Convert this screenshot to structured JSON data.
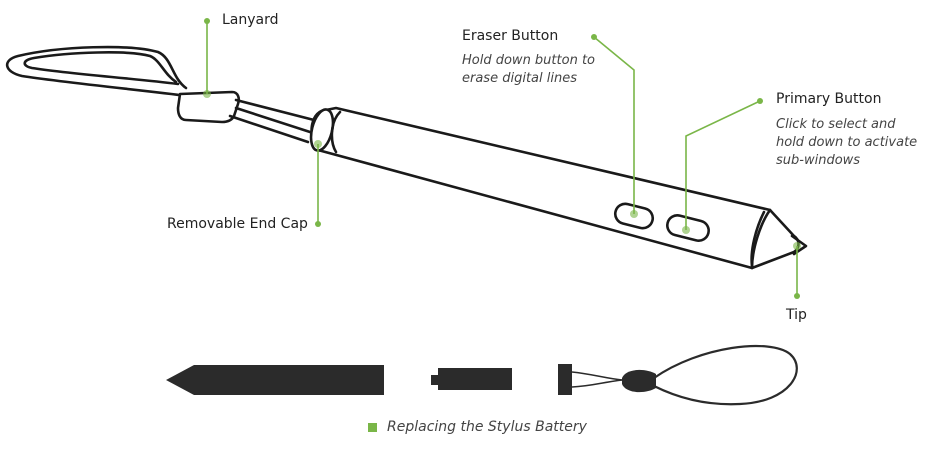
{
  "colors": {
    "accent": "#7ab648",
    "outline": "#1a1a1a",
    "fill": "#ffffff",
    "dark": "#2b2b2b"
  },
  "callouts": {
    "lanyard": {
      "title": "Lanyard"
    },
    "eraser": {
      "title": "Eraser Button",
      "description": [
        "Hold down button to",
        "erase digital lines"
      ]
    },
    "primary": {
      "title": "Primary Button",
      "description": [
        "Click to select and",
        "hold down to activate",
        "sub-windows"
      ]
    },
    "end_cap": {
      "title": "Removable End Cap"
    },
    "tip": {
      "title": "Tip"
    }
  },
  "caption": {
    "text": "Replacing the Stylus Battery",
    "icon": "green-square-bullet"
  }
}
